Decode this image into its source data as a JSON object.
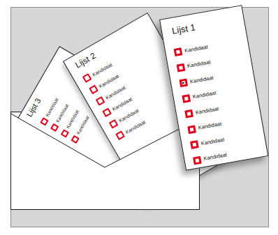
{
  "diagram": {
    "nodes": [
      {
        "text": [
          "Lijst 1",
          "Kandidaat",
          "Kandidaat",
          "Kandidaat",
          "Kandidaat",
          "Kandidaat",
          "Kandidaat",
          "Kandidaat",
          "Kandidaat"
        ]
      },
      {
        "text": [
          "Lijst 2",
          "Kandidaat",
          "Kandidaat",
          "Kandidaat",
          "Kandidaat",
          "Kandidaat",
          "Kandidaat"
        ]
      },
      {
        "text": [
          "Lijst 3",
          "Kandidaat",
          "Kandidaat",
          "Kandidaat",
          "Kandidaat"
        ]
      }
    ]
  }
}
